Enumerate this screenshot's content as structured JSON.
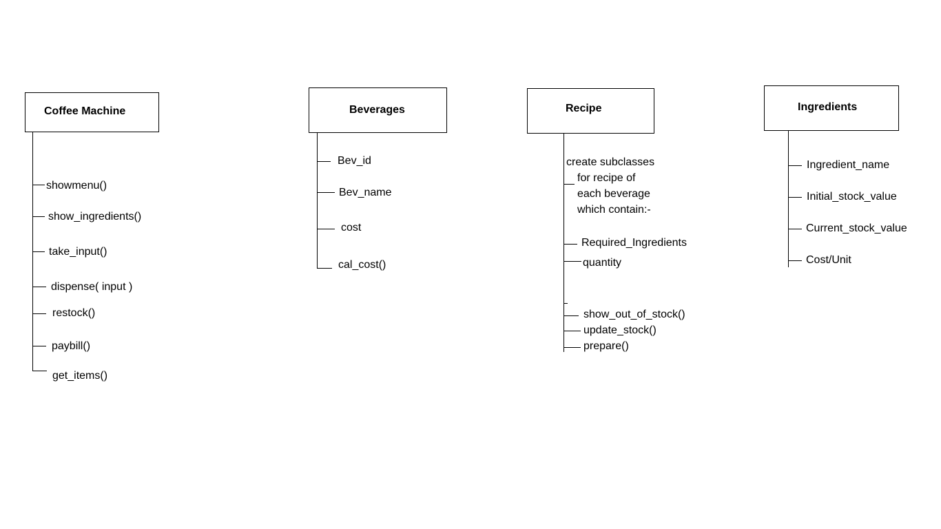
{
  "classes": {
    "coffee_machine": {
      "title": "Coffee Machine",
      "members": [
        "showmenu()",
        "show_ingredients()",
        "take_input()",
        "dispense( input )",
        "restock()",
        "paybill()",
        "get_items()"
      ]
    },
    "beverages": {
      "title": "Beverages",
      "members": [
        "Bev_id",
        "Bev_name",
        "cost",
        "cal_cost()"
      ]
    },
    "recipe": {
      "title": "Recipe",
      "note": [
        "create subclasses",
        "for recipe of",
        "each beverage",
        "which contain:-"
      ],
      "members": [
        "Required_Ingredients",
        "quantity",
        "show_out_of_stock()",
        "update_stock()",
        "prepare()"
      ]
    },
    "ingredients": {
      "title": "Ingredients",
      "members": [
        "Ingredient_name",
        "Initial_stock_value",
        "Current_stock_value",
        "Cost/Unit"
      ]
    }
  }
}
